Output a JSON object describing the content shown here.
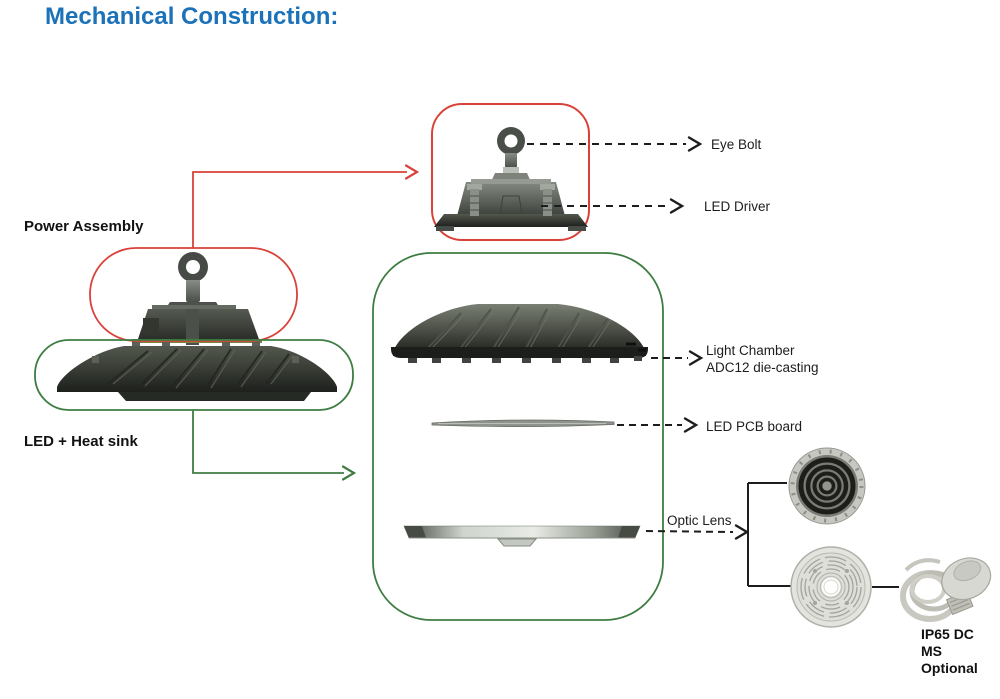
{
  "title": "Mechanical Construction:",
  "colors": {
    "title_blue": "#1c72b8",
    "accent_red": "#d8423a",
    "accent_green": "#3e7d42",
    "label_black": "#1d1d1d"
  },
  "labels": {
    "power_assembly": "Power Assembly",
    "led_heatsink": "LED + Heat sink",
    "eye_bolt": "Eye Bolt",
    "led_driver": "LED Driver",
    "light_chamber": {
      "line1": "Light Chamber",
      "line2": "ADC12 die-casting"
    },
    "led_pcb": "LED PCB board",
    "optic_lens": "Optic Lens",
    "sensor_option": {
      "line1": "IP65 DC",
      "line2": "MS",
      "line3": "Optional"
    }
  },
  "figures": {
    "main_light": "ufo-highbay-light-side-view",
    "power_assembly_detail": "power-assembly-with-eye-bolt",
    "heatsink_side": "light-chamber-die-cast-heatsink",
    "pcb": "led-pcb-board",
    "optic_lens_disc": "optic-lens-disc",
    "reflector_lens": "dark-concentric-lens",
    "glass_lens": "light-concentric-lens-with-hole",
    "sensor": "ip65-dc-microwave-sensor-with-cable"
  }
}
